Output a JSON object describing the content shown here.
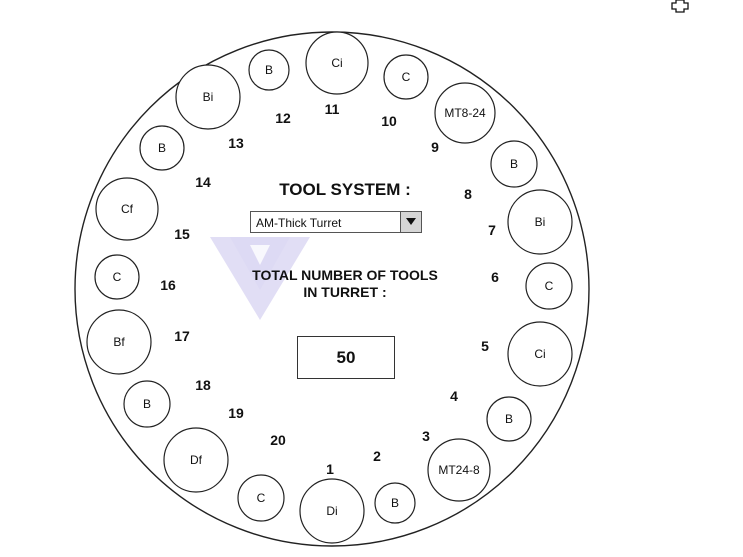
{
  "tool_system": {
    "label": "TOOL SYSTEM :",
    "selected_value": "AM-Thick Turret"
  },
  "total_tools": {
    "label_line1": "TOTAL NUMBER OF TOOLS",
    "label_line2": "IN TURRET :",
    "value": "50"
  },
  "stations": [
    {
      "label": "Di"
    },
    {
      "label": "B"
    },
    {
      "label": "MT24-8"
    },
    {
      "label": "B"
    },
    {
      "label": "Ci"
    },
    {
      "label": "C"
    },
    {
      "label": "Bi"
    },
    {
      "label": "B"
    },
    {
      "label": "MT8-24"
    },
    {
      "label": "C"
    },
    {
      "label": "Ci"
    },
    {
      "label": "B"
    },
    {
      "label": "Bi"
    },
    {
      "label": "B"
    },
    {
      "label": "Cf"
    },
    {
      "label": "C"
    },
    {
      "label": "Bf"
    },
    {
      "label": "B"
    },
    {
      "label": "Df"
    },
    {
      "label": "C"
    }
  ],
  "station_numbers": [
    "1",
    "2",
    "3",
    "4",
    "5",
    "6",
    "7",
    "8",
    "9",
    "10",
    "11",
    "12",
    "13",
    "14",
    "15",
    "16",
    "17",
    "18",
    "19",
    "20"
  ],
  "icons": {
    "dropdown": "dropdown-arrow-icon",
    "logo": "watermark-logo-icon",
    "cursor": "cursor-cross-icon"
  },
  "colors": {
    "outline": "#222222",
    "dropdown_button": "#d6d6d6",
    "watermark": "#c8c2ec"
  }
}
